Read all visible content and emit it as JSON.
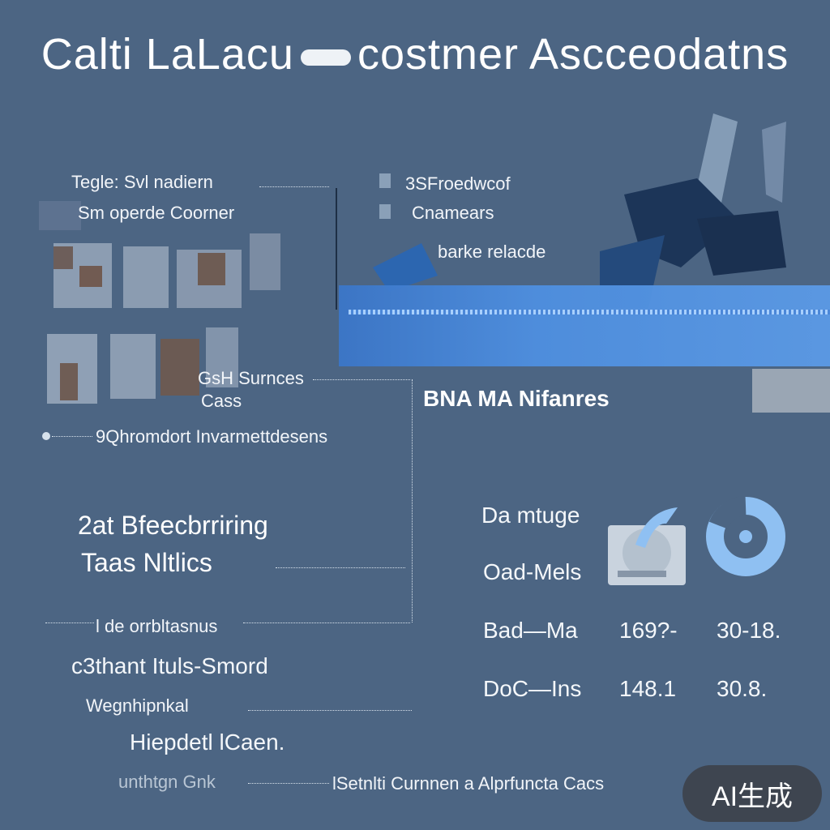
{
  "title": {
    "left": "Calti LaLacu",
    "right": "costmer Ascceodatns"
  },
  "left_labels": {
    "tag_line1": "Tegle: Svl nadiern",
    "tag_line2": "Sm operde Coorner",
    "gsh_line1": "GsH Surnces",
    "gsh_line2": "Cass",
    "qh_row": "9Qhromdort Invarmettdesens",
    "feature_line1": "2at Bfeecbrriring",
    "feature_line2": "Taas Nltlics",
    "item1": "l  de orrbltasnus",
    "item2": "c3thant Ituls-Smord",
    "item3": "Wegnhipnkal",
    "item4": "Hiepdetl lCaen.",
    "item5": "unthtgn Gnk",
    "bottom_note": "lSetnlti Curnnen a Alprfuncta Cacs"
  },
  "top_right_labels": {
    "line1": "3SFroedwcof",
    "line2": "Cnamears",
    "line3": "barke relacde"
  },
  "section_heading": "BNA MA  Nifanres",
  "table": {
    "header": "Da mtuge",
    "rows": [
      {
        "label": "Oad-Mels",
        "v1": "",
        "v2": ""
      },
      {
        "label": "Bad—Ma",
        "v1": "169?-",
        "v2": "30-18."
      },
      {
        "label": "DoC—Ins",
        "v1": "148.1",
        "v2": "30.8."
      }
    ]
  },
  "badge": "AI生成",
  "colors": {
    "background": "#4c6583",
    "accent_blue": "#4e8fe0",
    "donut_blue": "#8fc0f2"
  }
}
